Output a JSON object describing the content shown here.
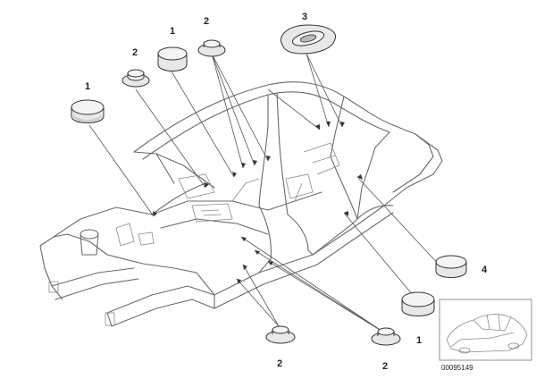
{
  "diagram": {
    "parts": [
      {
        "id": "plug-1-left",
        "number": "1",
        "kind": "flat-plug"
      },
      {
        "id": "plug-2-left",
        "number": "2",
        "kind": "small-grommet"
      },
      {
        "id": "plug-1-top",
        "number": "1",
        "kind": "flat-plug"
      },
      {
        "id": "plug-2-top",
        "number": "2",
        "kind": "small-grommet"
      },
      {
        "id": "plug-3-top",
        "number": "3",
        "kind": "oval-grommet"
      },
      {
        "id": "plug-4-right",
        "number": "4",
        "kind": "large-plug"
      },
      {
        "id": "plug-1-right",
        "number": "1",
        "kind": "flat-plug"
      },
      {
        "id": "plug-2-bottom-mid",
        "number": "2",
        "kind": "small-grommet"
      },
      {
        "id": "plug-2-bottom-right",
        "number": "2",
        "kind": "small-grommet"
      }
    ],
    "reference_code": "00095149"
  }
}
